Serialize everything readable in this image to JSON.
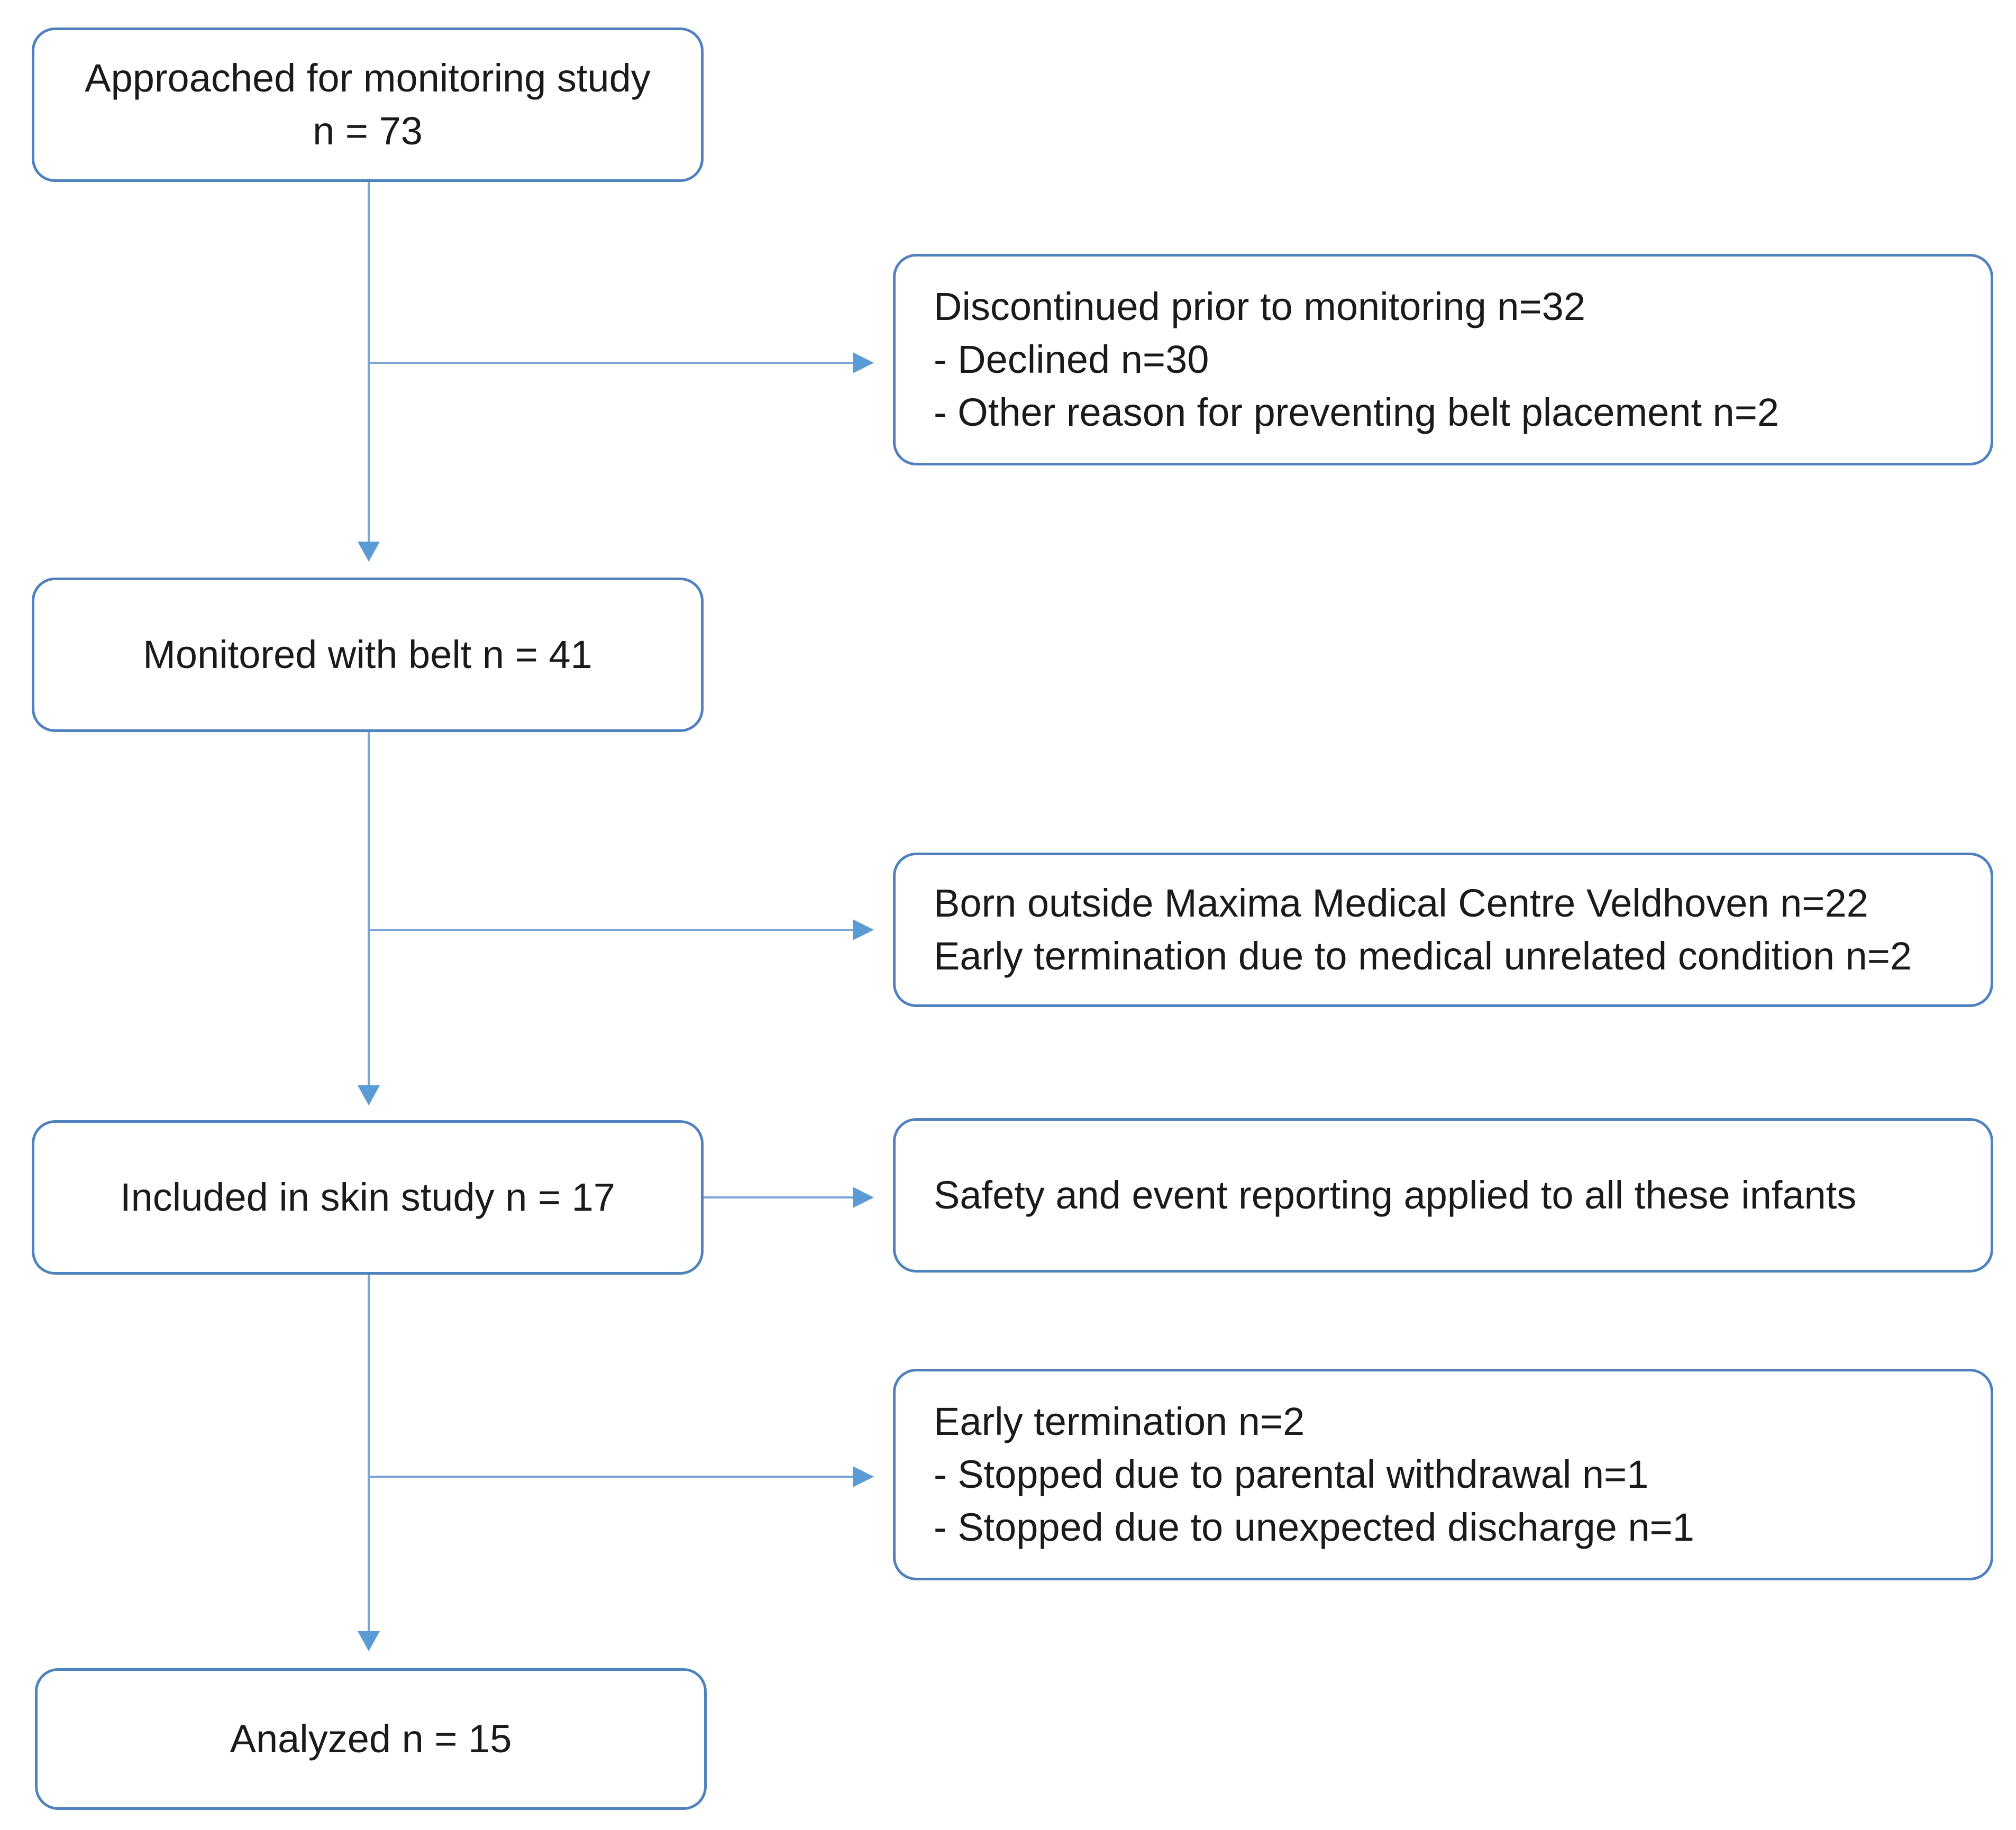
{
  "diagram": {
    "type": "participant-flow",
    "colors": {
      "border": "#4f81bd",
      "arrow": "#5b9bd5",
      "text": "#1a1a1a",
      "background": "#ffffff"
    },
    "boxes": {
      "approached": {
        "lines": [
          "Approached for monitoring study",
          "n = 73"
        ]
      },
      "discontinued": {
        "lines": [
          "Discontinued prior to monitoring n=32",
          "- Declined n=30",
          "- Other reason for preventing belt placement n=2"
        ]
      },
      "monitored": {
        "lines": [
          "Monitored with belt n = 41"
        ]
      },
      "born_outside": {
        "lines": [
          "Born outside Maxima Medical Centre Veldhoven n=22",
          "Early termination due to medical unrelated condition n=2"
        ]
      },
      "included": {
        "lines": [
          "Included in skin study n = 17"
        ]
      },
      "safety": {
        "lines": [
          "Safety and event reporting applied to all these infants"
        ]
      },
      "early_termination": {
        "lines": [
          "Early termination n=2",
          "- Stopped due to parental withdrawal n=1",
          "- Stopped due to unexpected discharge n=1"
        ]
      },
      "analyzed": {
        "lines": [
          "Analyzed n = 15"
        ]
      }
    },
    "connectors": [
      {
        "from": "approached",
        "to": "monitored",
        "kind": "vertical-arrow"
      },
      {
        "from": "approached-monitored-line",
        "to": "discontinued",
        "kind": "branch-arrow"
      },
      {
        "from": "monitored",
        "to": "included",
        "kind": "vertical-arrow"
      },
      {
        "from": "monitored-included-line",
        "to": "born_outside",
        "kind": "branch-arrow"
      },
      {
        "from": "included",
        "to": "safety",
        "kind": "horizontal-arrow"
      },
      {
        "from": "included",
        "to": "analyzed",
        "kind": "vertical-arrow"
      },
      {
        "from": "included-analyzed-line",
        "to": "early_termination",
        "kind": "branch-arrow"
      }
    ]
  }
}
